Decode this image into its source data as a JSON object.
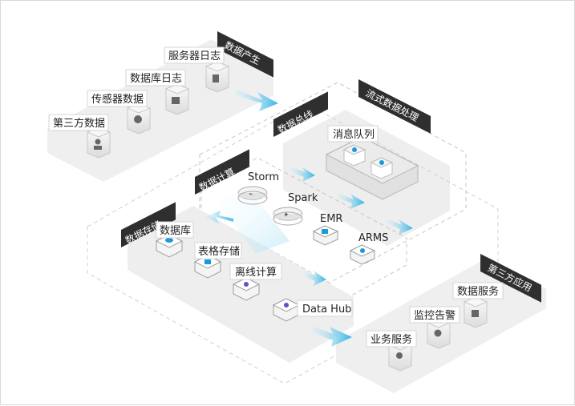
{
  "zones": {
    "data_generation": "数据产生",
    "stream_processing": "流式数据处理",
    "data_bus": "数据总线",
    "data_compute": "数据计算",
    "data_storage": "数据存储",
    "third_party_apps": "第三方应用"
  },
  "sources": {
    "server_logs": "服务器日志",
    "database_logs": "数据库日志",
    "sensor_data": "传感器数据",
    "third_party_data": "第三方数据"
  },
  "bus": {
    "message_queue": "消息队列"
  },
  "compute": {
    "storm": "Storm",
    "spark": "Spark",
    "emr": "EMR",
    "arms": "ARMS"
  },
  "storage": {
    "database": "数据库",
    "table_store": "表格存储",
    "offline_compute": "离线计算",
    "data_hub": "Data Hub"
  },
  "apps": {
    "data_service": "数据服务",
    "monitoring_alert": "监控告警",
    "business_service": "业务服务"
  },
  "colors": {
    "arrow": "#3ab7e4",
    "accent": "#1a9ad8",
    "tag_bg": "#2f2f2f",
    "panel": "#eeeeee",
    "dashed": "#bdbdbd"
  }
}
